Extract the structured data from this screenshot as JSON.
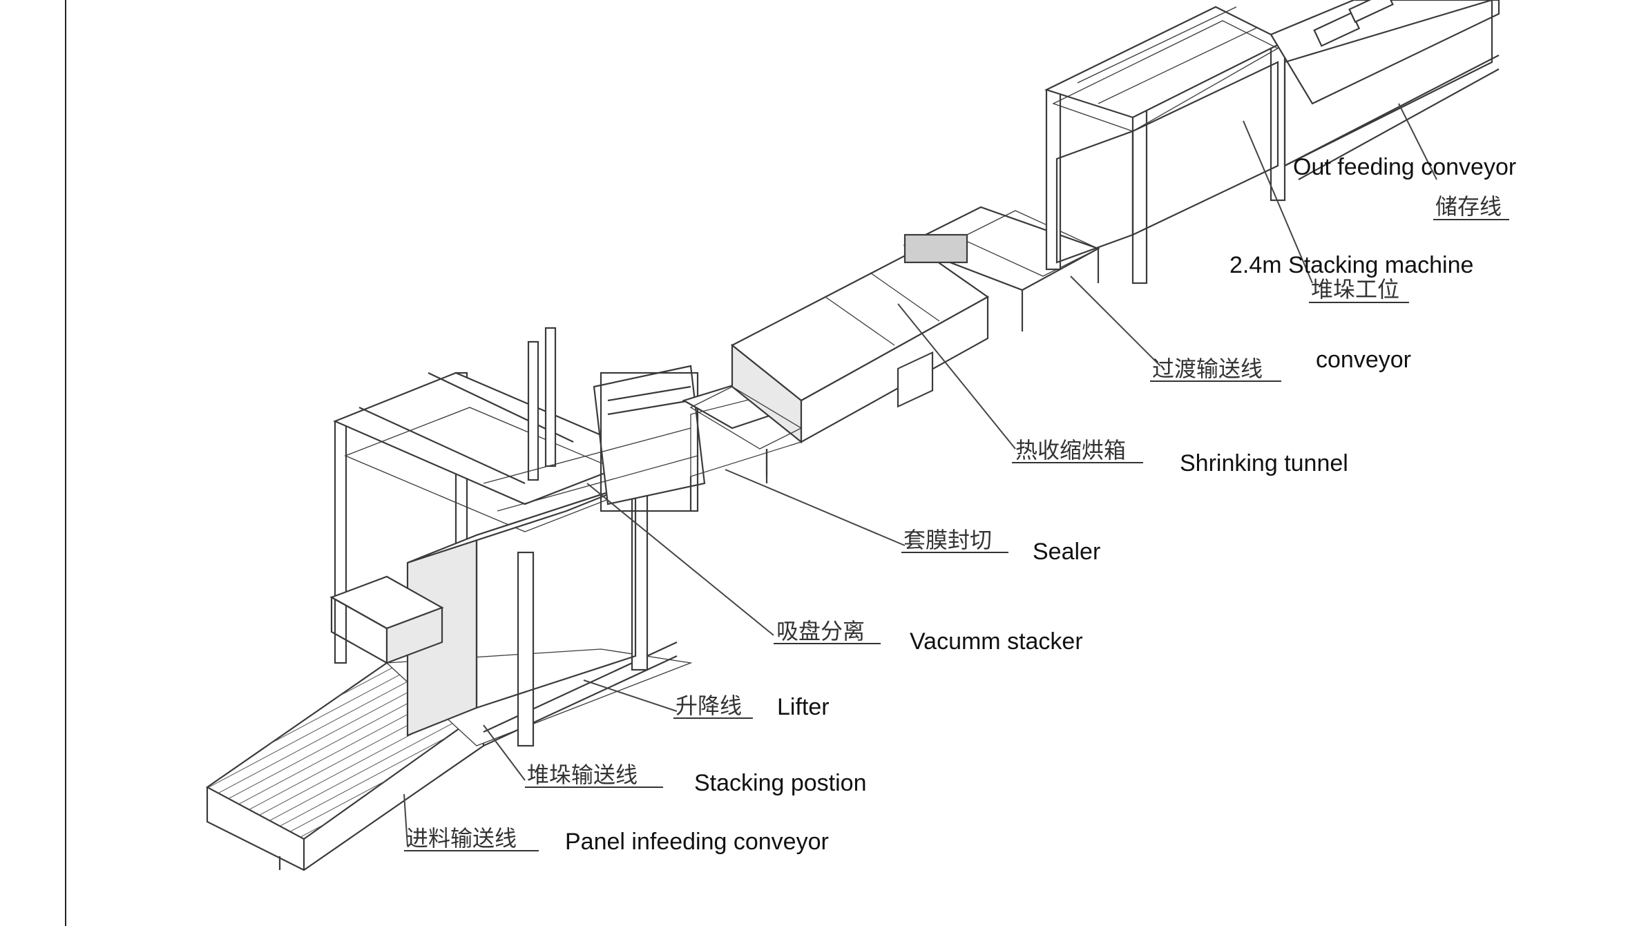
{
  "labels": {
    "out_feeding_en": "Out feeding conveyor",
    "storage_cn": "储存线",
    "stacking_machine_en": "2.4m Stacking machine",
    "stacking_station_cn": "堆垛工位",
    "transition_cn": "过渡输送线",
    "transition_en": "conveyor",
    "tunnel_cn": "热收缩烘箱",
    "tunnel_en": "Shrinking tunnel",
    "sealer_cn": "套膜封切",
    "sealer_en": "Sealer",
    "vacuum_cn": "吸盘分离",
    "vacuum_en": "Vacumm stacker",
    "lifter_cn": "升降线",
    "lifter_en": "Lifter",
    "stacking_pos_cn": "堆垛输送线",
    "stacking_pos_en": "Stacking postion",
    "infeed_cn": "进料输送线",
    "infeed_en": "Panel infeeding conveyor"
  }
}
